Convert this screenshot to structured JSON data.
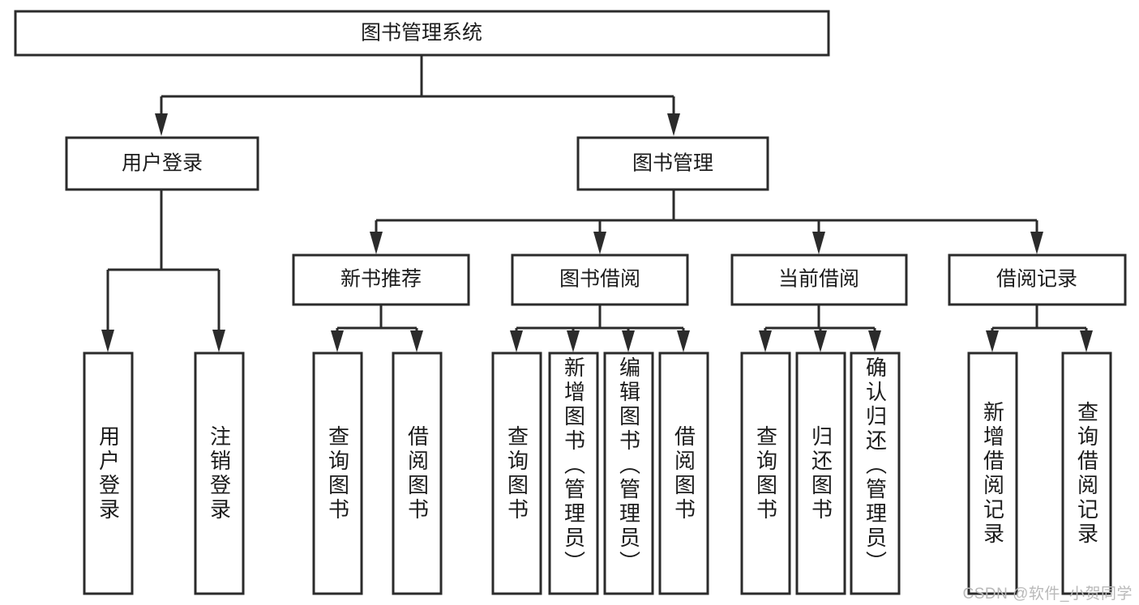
{
  "diagram": {
    "type": "tree-hierarchy-flowchart",
    "title": "图书管理系统",
    "watermark": "CSDN @软件_小贺同学",
    "colors": {
      "stroke": "#2b2b2b",
      "fill": "#ffffff",
      "text": "#1c1c1c",
      "watermark": "#b9b9b9"
    },
    "levels": {
      "root": {
        "label": "图书管理系统"
      },
      "level2": [
        {
          "id": "user-login",
          "label": "用户登录"
        },
        {
          "id": "book-management",
          "label": "图书管理"
        }
      ],
      "level3": [
        {
          "id": "new-book-recommend",
          "label": "新书推荐",
          "parent": "book-management"
        },
        {
          "id": "book-borrow",
          "label": "图书借阅",
          "parent": "book-management"
        },
        {
          "id": "current-borrow",
          "label": "当前借阅",
          "parent": "book-management"
        },
        {
          "id": "borrow-record",
          "label": "借阅记录",
          "parent": "book-management"
        }
      ],
      "leaves": [
        {
          "id": "leaf-user-login",
          "label": "用户登录",
          "parent": "user-login",
          "align": "center"
        },
        {
          "id": "leaf-logout-login",
          "label": "注销登录",
          "parent": "user-login",
          "align": "center"
        },
        {
          "id": "leaf-query-book-1",
          "label": "查询图书",
          "parent": "new-book-recommend",
          "align": "center"
        },
        {
          "id": "leaf-borrow-book-1",
          "label": "借阅图书",
          "parent": "new-book-recommend",
          "align": "center"
        },
        {
          "id": "leaf-query-book-2",
          "label": "查询图书",
          "parent": "book-borrow",
          "align": "center"
        },
        {
          "id": "leaf-add-book",
          "label": "新增图书（管理员）",
          "parent": "book-borrow",
          "align": "start"
        },
        {
          "id": "leaf-edit-book",
          "label": "编辑图书（管理员）",
          "parent": "book-borrow",
          "align": "start"
        },
        {
          "id": "leaf-borrow-book-2",
          "label": "借阅图书",
          "parent": "book-borrow",
          "align": "center"
        },
        {
          "id": "leaf-query-book-3",
          "label": "查询图书",
          "parent": "current-borrow",
          "align": "center"
        },
        {
          "id": "leaf-return-book",
          "label": "归还图书",
          "parent": "current-borrow",
          "align": "center"
        },
        {
          "id": "leaf-confirm-return",
          "label": "确认归还（管理员）",
          "parent": "current-borrow",
          "align": "start"
        },
        {
          "id": "leaf-add-record",
          "label": "新增借阅记录",
          "parent": "borrow-record",
          "align": "center"
        },
        {
          "id": "leaf-query-record",
          "label": "查询借阅记录",
          "parent": "borrow-record",
          "align": "center"
        }
      ]
    }
  }
}
